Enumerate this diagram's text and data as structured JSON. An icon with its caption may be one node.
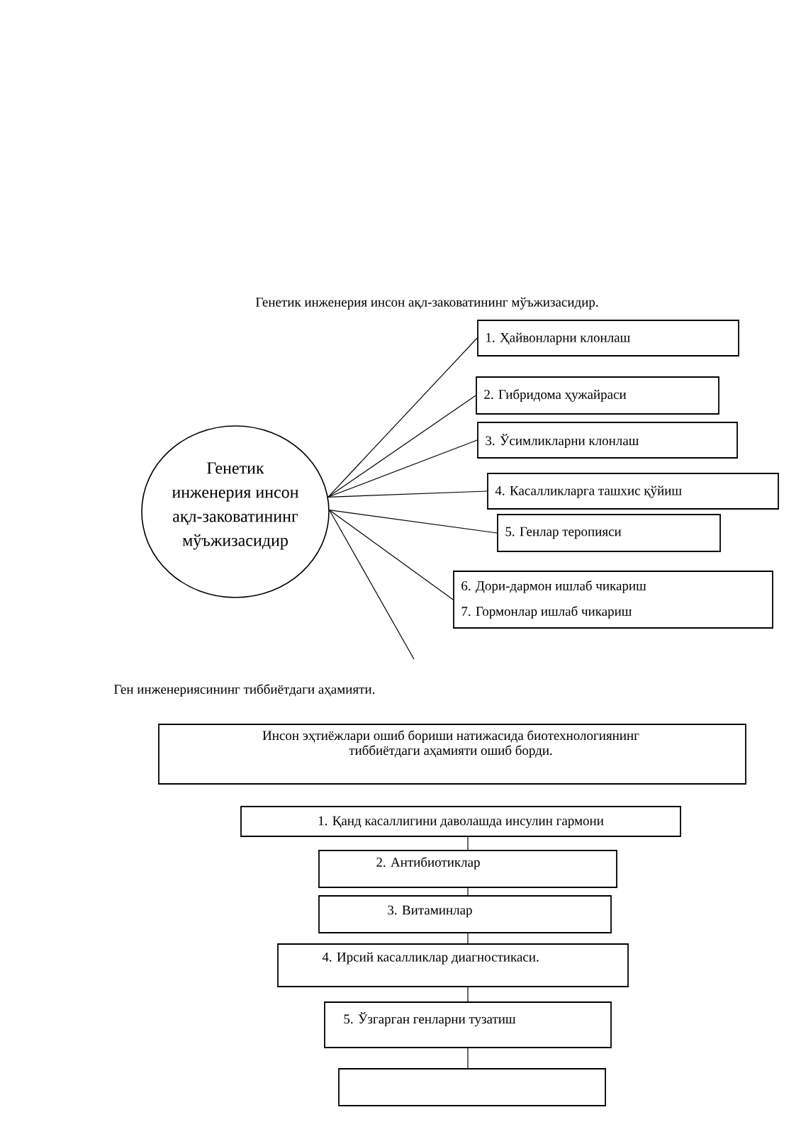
{
  "diagram": {
    "title": "Генетик инженерия инсон ақл-заковатининг мўъжизасидир.",
    "nodes": [
      {
        "text": [
          "Генетик инженерия инсон ақл-заковатининг мўъжизасидир"
        ]
      },
      {
        "text": [
          "1. Ҳайвонларни клонлаш"
        ]
      },
      {
        "text": [
          "2. Гибридома ҳужайраси"
        ]
      },
      {
        "text": [
          "3. Ўсимликларни клонлаш"
        ]
      },
      {
        "text": [
          "4. Касалликларга ташхис қўйиш"
        ]
      },
      {
        "text": [
          "5. Генлар теропияси"
        ]
      },
      {
        "text": [
          "6. Дори-дармон ишлаб чикариш",
          "7. Гормонлар ишлаб чикариш"
        ]
      },
      {
        "text": [
          "Инсон эҳтиёжлари ошиб бориши натижасида биотехнологиянинг тиббиётдаги аҳамияти ошиб борди."
        ]
      },
      {
        "text": [
          "1. Қанд касаллигини даволашда инсулин гармони"
        ]
      },
      {
        "text": [
          "2. Антибиотиклар"
        ]
      },
      {
        "text": [
          "3. Витаминлар"
        ]
      },
      {
        "text": [
          "4. Ирсий касалликлар диагностикаси."
        ]
      },
      {
        "text": [
          "5. Ўзгарган генларни тузатиш"
        ]
      },
      {
        "text": [],
        "shape": "box"
      }
    ],
    "edges": [
      {
        "from": 0,
        "to": 1,
        "arrow": "none"
      },
      {
        "from": 0,
        "to": 2,
        "arrow": "none"
      },
      {
        "from": 0,
        "to": 3,
        "arrow": "none"
      },
      {
        "from": 0,
        "to": 4,
        "arrow": "none"
      },
      {
        "from": 0,
        "to": 5,
        "arrow": "none"
      },
      {
        "from": 0,
        "to": 6,
        "arrow": "none"
      },
      {
        "from": 0,
        "to": null,
        "arrow": "none"
      },
      {
        "from": 8,
        "to": 9,
        "arrow": "none"
      },
      {
        "from": 9,
        "to": 10,
        "arrow": "none"
      },
      {
        "from": 10,
        "to": 11,
        "arrow": "none"
      },
      {
        "from": 11,
        "to": 12,
        "arrow": "none"
      },
      {
        "from": 12,
        "to": 13,
        "arrow": "none"
      }
    ],
    "labels": [
      "Ген инженериясининг тиббиётдаги аҳамияти."
    ]
  }
}
